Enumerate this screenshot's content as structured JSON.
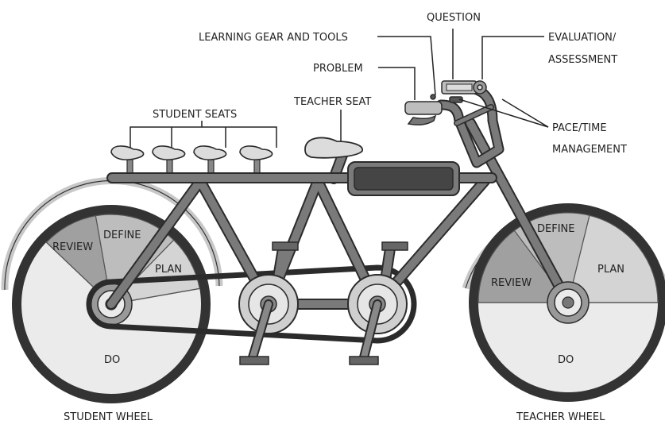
{
  "labels": {
    "question": "QUESTION",
    "learning_gear": "LEARNING GEAR AND TOOLS",
    "evaluation_1": "EVALUATION/",
    "evaluation_2": "ASSESSMENT",
    "problem": "PROBLEM",
    "teacher_seat": "TEACHER SEAT",
    "student_seats": "STUDENT SEATS",
    "pace_1": "PACE/TIME",
    "pace_2": "MANAGEMENT",
    "student_wheel": "STUDENT WHEEL",
    "teacher_wheel": "TEACHER WHEEL"
  },
  "student_wheel_sections": {
    "review": "REVIEW",
    "define": "DEFINE",
    "plan": "PLAN",
    "do": "DO"
  },
  "teacher_wheel_sections": {
    "define": "DEFINE",
    "plan": "PLAN",
    "review": "REVIEW",
    "do": "DO"
  },
  "colors": {
    "frame": "#777777",
    "frame_outline": "#2b2b2b",
    "tire": "#333333",
    "wheel_do": "#ebebeb",
    "wheel_plan": "#d4d4d4",
    "wheel_define": "#bdbdbd",
    "wheel_review": "#a0a0a0",
    "fender": "#cfcfcf",
    "seat": "#dcdcdc",
    "panel": "#454545"
  }
}
